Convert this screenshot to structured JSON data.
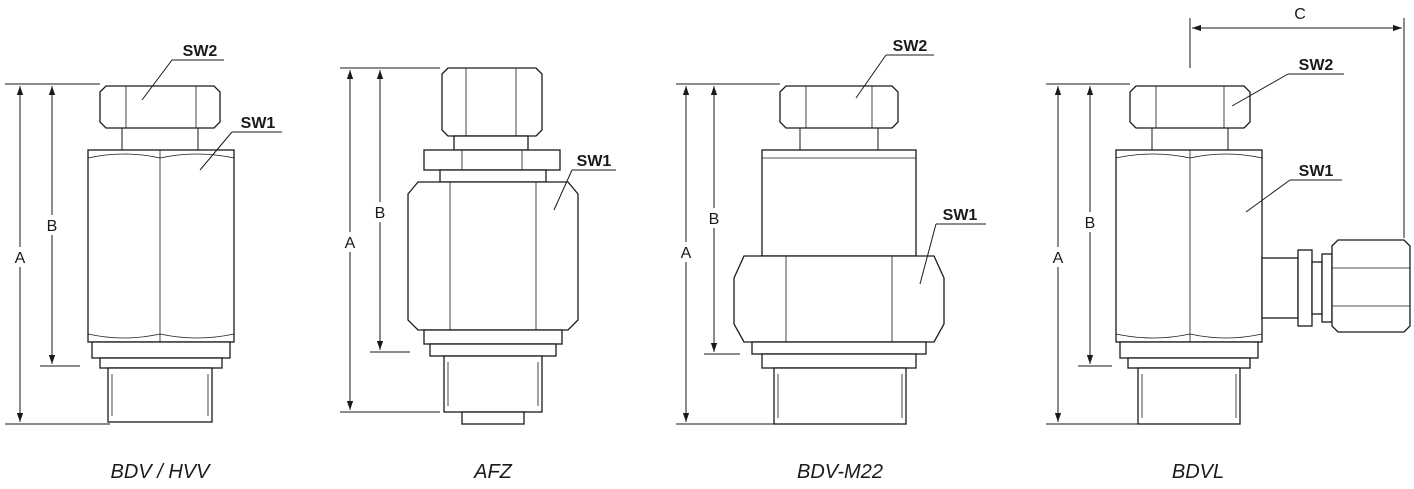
{
  "figures": [
    {
      "caption": "BDV / HVV",
      "labels": {
        "sw1": "SW1",
        "sw2": "SW2"
      },
      "dims": {
        "a": "A",
        "b": "B"
      }
    },
    {
      "caption": "AFZ",
      "labels": {
        "sw1": "SW1"
      },
      "dims": {
        "a": "A",
        "b": "B"
      }
    },
    {
      "caption": "BDV-M22",
      "labels": {
        "sw1": "SW1",
        "sw2": "SW2"
      },
      "dims": {
        "a": "A",
        "b": "B"
      }
    },
    {
      "caption": "BDVL",
      "labels": {
        "sw1": "SW1",
        "sw2": "SW2"
      },
      "dims": {
        "a": "A",
        "b": "B",
        "c": "C"
      }
    }
  ]
}
